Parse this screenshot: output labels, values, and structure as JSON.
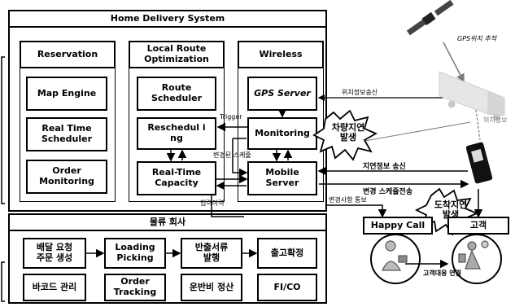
{
  "system": {
    "title": "Home Delivery System",
    "col_headers": [
      "Reservation",
      "Local Route\nOptimization",
      "Wireless"
    ],
    "modules": {
      "map_engine": "Map Engine",
      "real_time_scheduler": "Real Time\nScheduler",
      "order_monitoring": "Order\nMonitoring",
      "route_scheduler": "Route\nScheduler",
      "rescheduling": "Reschedul i\nng",
      "real_time_capacity": "Real-Time\nCapacity",
      "gps_server": "GPS Server",
      "monitoring": "Monitoring",
      "mobile_server": "Mobile\nServer"
    }
  },
  "logistics": {
    "title": "물류 회사",
    "modules": {
      "order_create": "배달 요청\n주문 생성",
      "loading_picking": "Loading\nPicking",
      "shipping_docs": "반출서류\n발행",
      "release_confirm": "출고확정",
      "barcode": "바코드 관리",
      "order_tracking": "Order\nTracking",
      "freight_settle": "운반비 정산",
      "fico": "FI/CO"
    }
  },
  "labels": {
    "trigger": "Trigger",
    "changed_schedule": "변경된 스케줄",
    "order_info": "입력이력",
    "location_send": "위치정보송신",
    "gps_track": "GPS위치 추적",
    "location_info": "위치정보",
    "delay_send": "지연정보 송신",
    "schedule_send": "변경 스케쥴전송",
    "change_notice": "변경사항 통보",
    "customer_contact": "고객대응 연결"
  },
  "callouts": {
    "vehicle_delay": "차량지연\n발생",
    "arrival_delay": "도착지연\n발생"
  },
  "external": {
    "happy_call": "Happy Call",
    "customer": "고객"
  },
  "colors": {
    "line": "#000000",
    "gray_line": "#7a7a7a",
    "background": "#ffffff"
  }
}
